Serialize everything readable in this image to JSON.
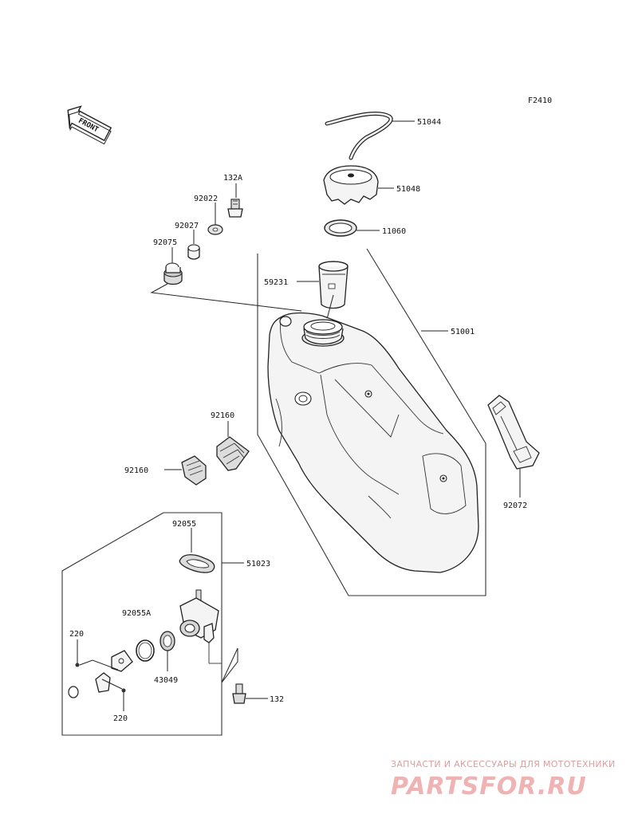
{
  "diagram": {
    "figure_code": "F2410",
    "front_label": "FRONT",
    "parts": {
      "p51044": "51044",
      "p51048": "51048",
      "p11060": "11060",
      "p59231": "59231",
      "p51001": "51001",
      "p132A": "132A",
      "p92022": "92022",
      "p92027": "92027",
      "p92075": "92075",
      "p92160a": "92160",
      "p92160b": "92160",
      "p92072": "92072",
      "p92055": "92055",
      "p51023": "51023",
      "p92055A": "92055A",
      "p220a": "220",
      "p220b": "220",
      "p43049": "43049",
      "p132": "132"
    }
  },
  "watermark": {
    "tagline": "ЗАПЧАСТИ И АКСЕССУАРЫ ДЛЯ МОТОТЕХНИКИ",
    "brand": "PARTSFOR.RU"
  }
}
